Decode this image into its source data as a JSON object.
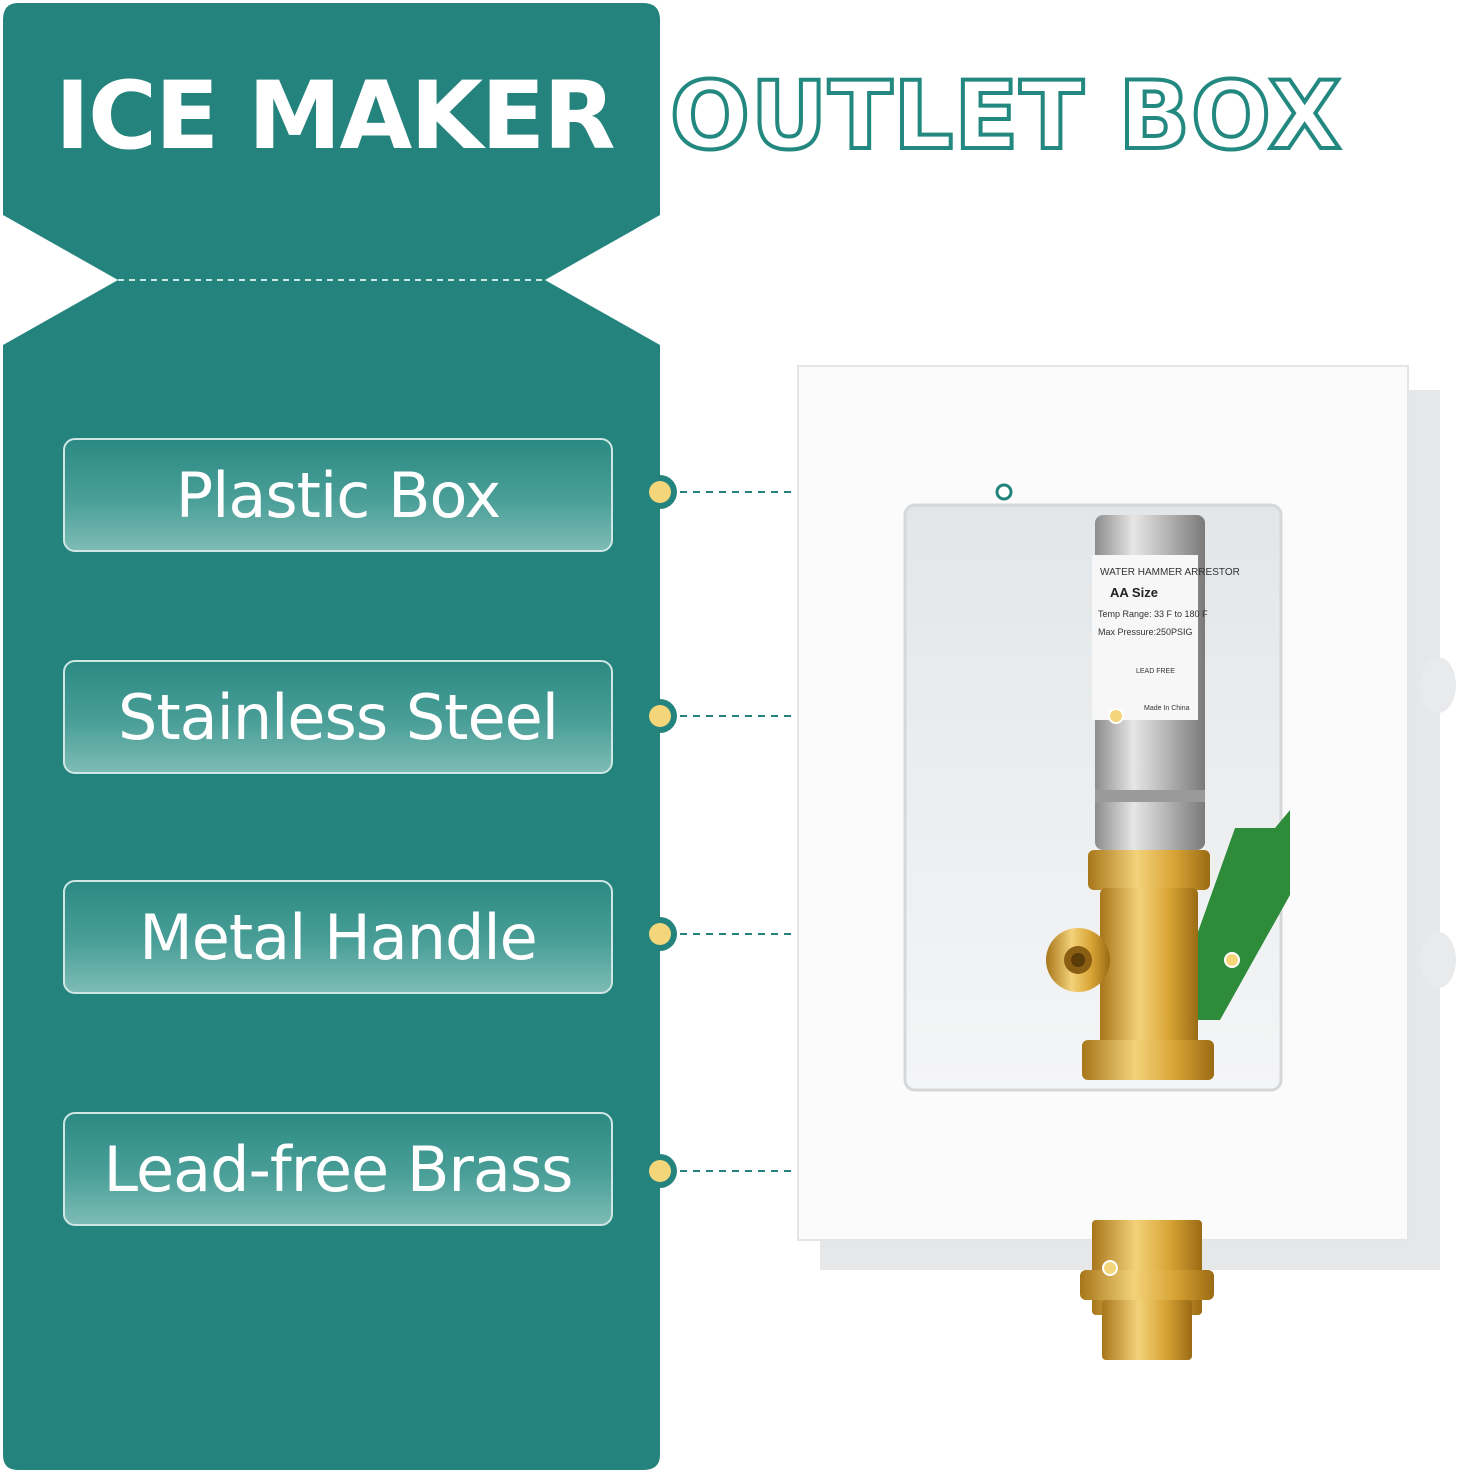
{
  "title": {
    "left": "ICE MAKER",
    "right": "OUTLET BOX"
  },
  "features": [
    {
      "label": "Plastic Box"
    },
    {
      "label": "Stainless Steel"
    },
    {
      "label": "Metal Handle"
    },
    {
      "label": "Lead-free Brass"
    }
  ],
  "product_label": {
    "line1": "WATER HAMMER ARRESTOR",
    "line2": "AA Size",
    "line3": "Temp Range: 33 F to 180 F",
    "line4": "Max Pressure:250PSIG",
    "lead_free": "LEAD FREE",
    "origin": "Made In China"
  },
  "colors": {
    "teal": "#24837D",
    "dot": "#F3D67A",
    "brass": "#D9A536",
    "valve_green": "#2E8B3A"
  }
}
